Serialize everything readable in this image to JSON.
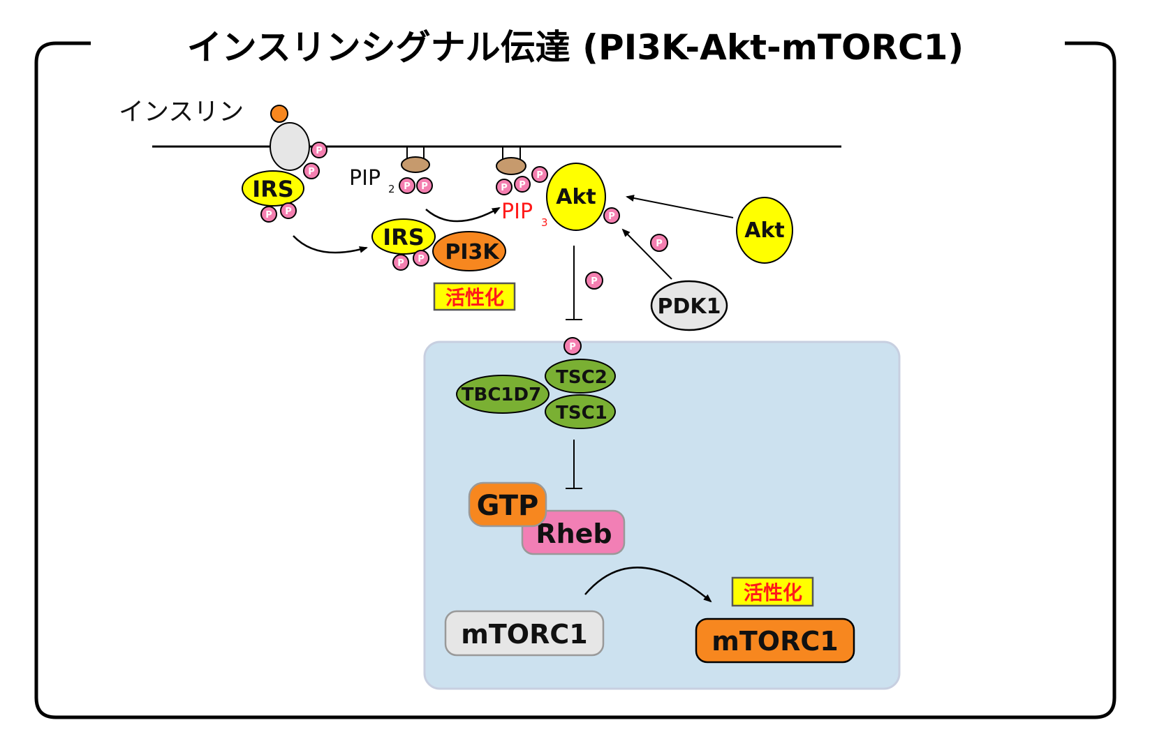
{
  "title": "インスリンシグナル伝達 (PI3K-Akt-mTORC1)",
  "labels": {
    "insulin": "インスリン",
    "irs": "IRS",
    "pi3k": "PI3K",
    "pip2_main": "PIP",
    "pip2_sub": "2",
    "pip3_main": "PIP",
    "pip3_sub": "3",
    "akt": "Akt",
    "pdk1": "PDK1",
    "activation": "活性化",
    "phospho": "P",
    "tsc2": "TSC2",
    "tsc1": "TSC1",
    "tbc1d7": "TBC1D7",
    "gtp": "GTP",
    "rheb": "Rheb",
    "mtorc1": "mTORC1"
  },
  "colors": {
    "yellow": "#ffff00",
    "orange": "#f7871f",
    "phospho_pink": "#f47fb0",
    "green": "#7ab033",
    "rheb_pink": "#f27fb5",
    "cell_panel": "#cce1ef",
    "red_text": "#ff1a1a"
  }
}
